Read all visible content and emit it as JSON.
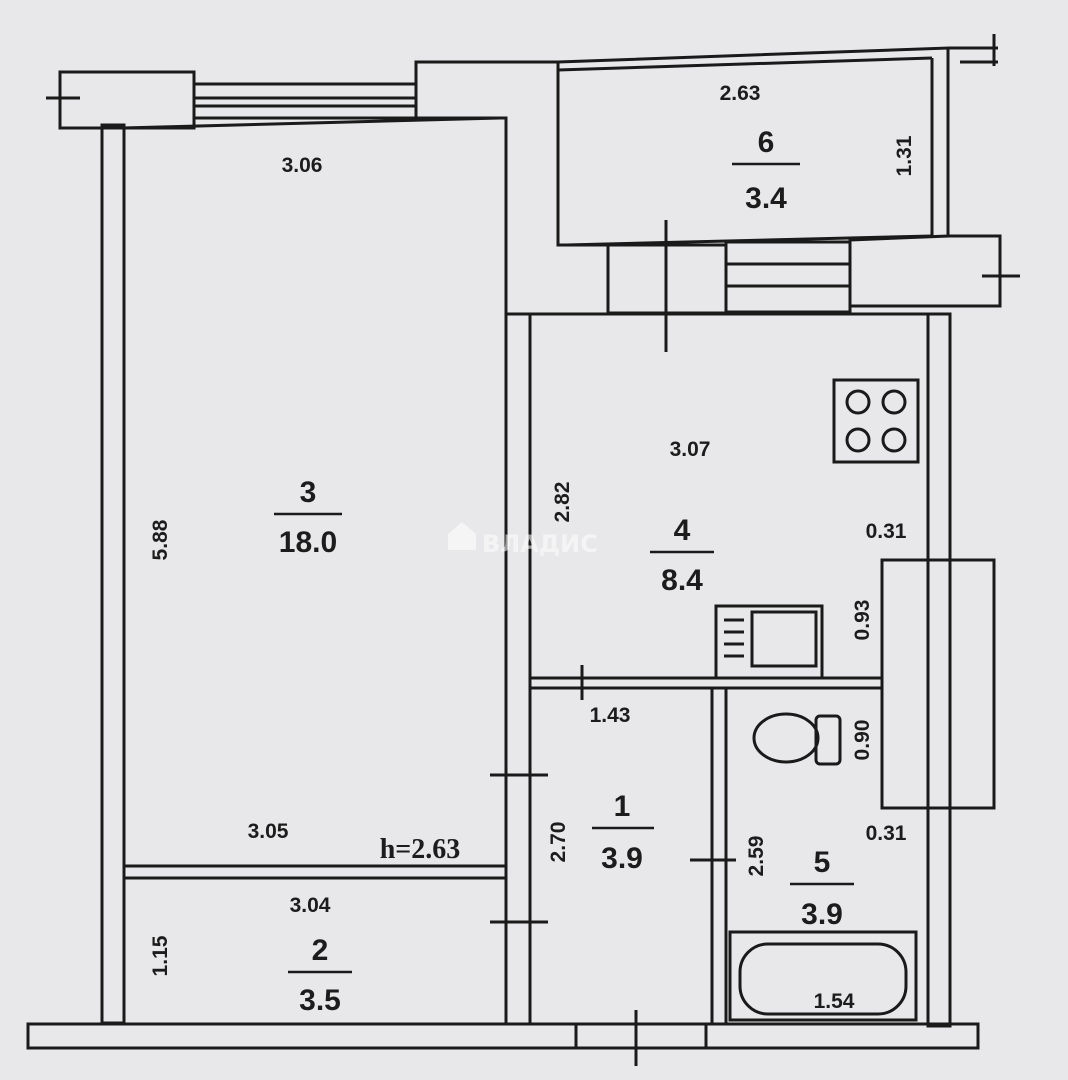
{
  "rooms": [
    {
      "id": "1",
      "area": "3.9"
    },
    {
      "id": "2",
      "area": "3.5"
    },
    {
      "id": "3",
      "area": "18.0"
    },
    {
      "id": "4",
      "area": "8.4"
    },
    {
      "id": "5",
      "area": "3.9"
    },
    {
      "id": "6",
      "area": "3.4"
    }
  ],
  "dimensions": {
    "room3_top": "3.06",
    "room3_side": "5.88",
    "room3_bottom": "3.05",
    "ceiling_height": "h=2.63",
    "room2_top": "3.04",
    "room2_side": "1.15",
    "room6_top": "2.63",
    "room6_side": "1.31",
    "kitchen_top": "3.07",
    "kitchen_side": "2.82",
    "kitchen_wall_top": "0.31",
    "kitchen_wall_bottom": "0.31",
    "duct_upper": "0.93",
    "duct_lower": "0.90",
    "hall_top": "1.43",
    "hall_side": "2.70",
    "bath_side": "2.59",
    "bathtub_length": "1.54"
  },
  "watermark": "ВЛАДИС"
}
